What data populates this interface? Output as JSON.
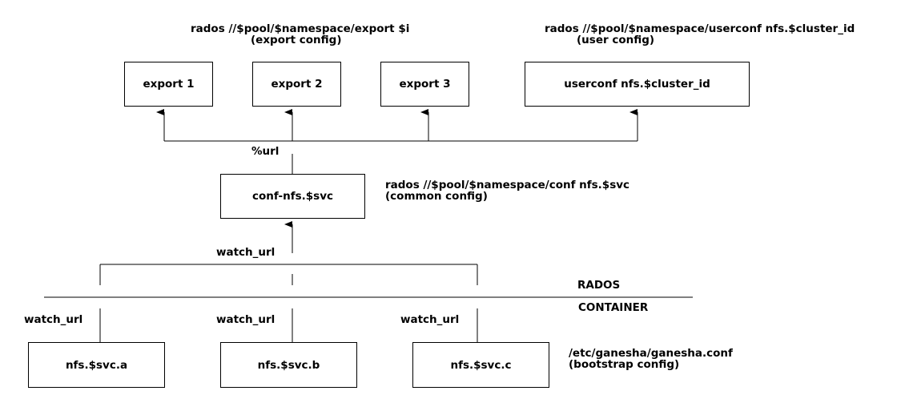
{
  "top_labels": {
    "export_path": "rados //$pool/$namespace/export $i",
    "export_desc": "(export config)",
    "userconf_path": "rados //$pool/$namespace/userconf nfs.$cluster_id",
    "userconf_desc": "(user config)"
  },
  "boxes": {
    "export_1": "export 1",
    "export_2": "export 2",
    "export_3": "export 3",
    "userconf": "userconf nfs.$cluster_id",
    "conf": "conf-nfs.$svc",
    "svc_a": "nfs.$svc.a",
    "svc_b": "nfs.$svc.b",
    "svc_c": "nfs.$svc.c"
  },
  "edge_labels": {
    "url": "%url",
    "watch_url_top": "watch_url",
    "watch_url_a": "watch_url",
    "watch_url_b": "watch_url",
    "watch_url_c": "watch_url"
  },
  "conf_labels": {
    "path": "rados //$pool/$namespace/conf nfs.$svc",
    "desc": "(common config)"
  },
  "layers": {
    "rados": "RADOS",
    "container": "CONTAINER"
  },
  "bootstrap": {
    "path": "/etc/ganesha/ganesha.conf",
    "desc": "(bootstrap config)"
  }
}
